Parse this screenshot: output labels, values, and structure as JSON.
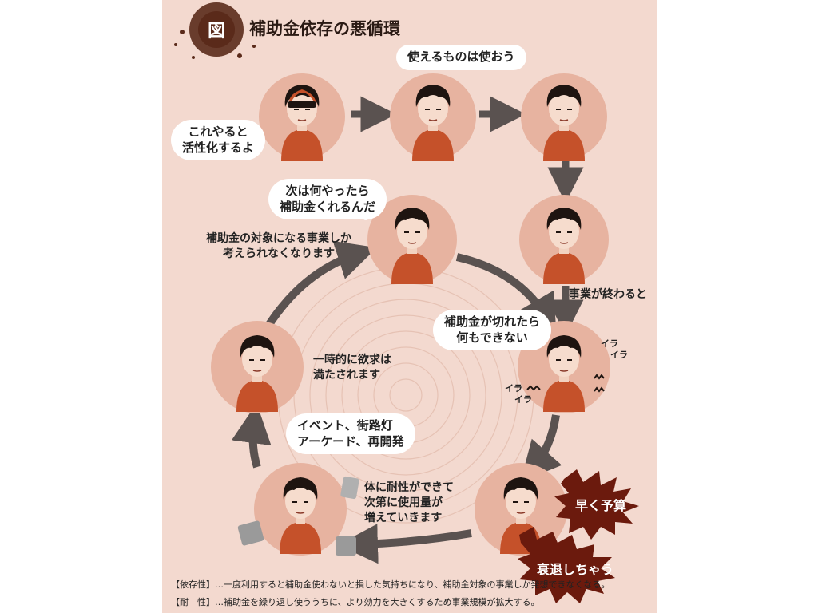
{
  "title": {
    "badge": "図",
    "text": "補助金依存の悪循環"
  },
  "bubbles": {
    "top_center": "使えるものは使おう",
    "left_first_line1": "これやると",
    "left_first_line2": "活性化するよ",
    "thought_line1": "次は何やったら",
    "thought_line2": "補助金くれるんだ",
    "run_out_line1": "補助金が切れたら",
    "run_out_line2": "何もできない",
    "event_line1": "イベント、街路灯",
    "event_line2": "アーケード、再開発"
  },
  "captions": {
    "only_line1": "補助金の対象になる事業しか",
    "only_line2": "考えられなくなります",
    "project_ends": "事業が終わると",
    "satisfied_line1": "一時的に欲求は",
    "satisfied_line2": "満たされます",
    "tolerance_line1": "体に耐性ができて",
    "tolerance_line2": "次第に使用量が",
    "tolerance_line3": "増えていきます"
  },
  "bursts": {
    "hurry": "早く予算",
    "decline": "衰退しちゃう"
  },
  "irritation": {
    "a": "イラ",
    "b": "イラ",
    "c": "イラ",
    "d": "イラ"
  },
  "footer": {
    "line1": "【依存性】…一度利用すると補助金使わないと損した気持ちになり、補助金対象の事業しか発想できなくなる。",
    "line2": "【耐　性】…補助金を繰り返し使ううちに、より効力を大きくするため事業規模が拡大する。"
  },
  "colors": {
    "background": "#f3d9cf",
    "circle": "#e7b3a0",
    "shirt": "#c5512a",
    "hair": "#1e1410",
    "arrow": "#5a5250",
    "burst": "#6b1a0d",
    "title_badge": "#5a2a1a"
  }
}
